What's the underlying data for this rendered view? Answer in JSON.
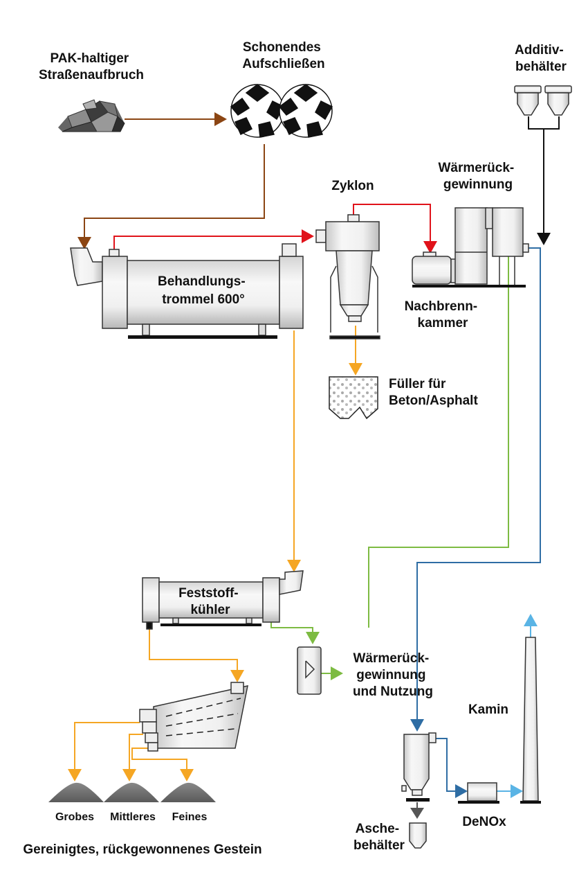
{
  "colors": {
    "brown": "#8B4513",
    "red": "#E0121A",
    "orange": "#F5A623",
    "green": "#7DBB42",
    "dark_blue": "#2E6DA4",
    "light_blue": "#5AB4E5",
    "gray": "#666666",
    "black": "#111111"
  },
  "labels": {
    "input": [
      "PAK-haltiger",
      "Straßenaufbruch"
    ],
    "crusher": [
      "Schonendes",
      "Aufschließen"
    ],
    "additive": [
      "Additiv-",
      "behälter"
    ],
    "heat_recovery_top": [
      "Wärmerück-",
      "gewinnung"
    ],
    "cyclone": "Zyklon",
    "drum": [
      "Behandlungs-",
      "trommel 600°"
    ],
    "afterburner": [
      "Nachbrenn-",
      "kammer"
    ],
    "filler": [
      "Füller für",
      "Beton/Asphalt"
    ],
    "cooler": [
      "Feststoff-",
      "kühler"
    ],
    "heat_use": [
      "Wärmerück-",
      "gewinnung",
      "und Nutzung"
    ],
    "chimney": "Kamin",
    "ash": [
      "Asche-",
      "behälter"
    ],
    "denox": "DeNOx",
    "coarse": "Grobes",
    "medium": "Mittleres",
    "fine": "Feines",
    "product": "Gereinigtes, rückgewonnenes Gestein"
  }
}
